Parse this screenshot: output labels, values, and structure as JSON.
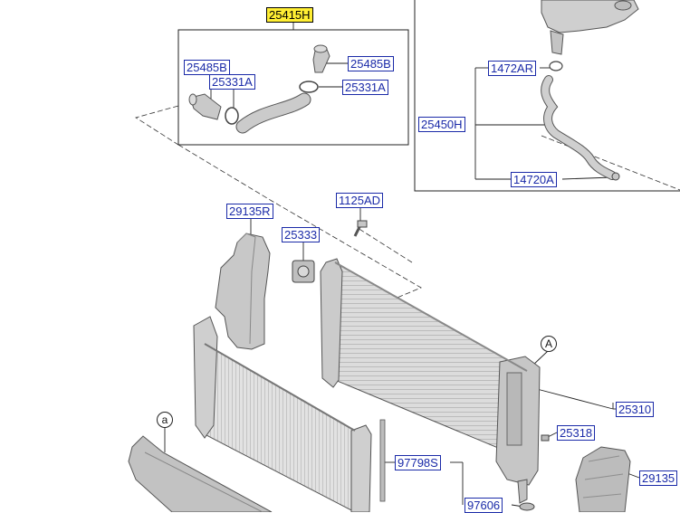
{
  "colors": {
    "label_text": "#1a2aa8",
    "highlight": "#ffee33",
    "line": "#222222",
    "part_fill": "#c8c8c8",
    "part_stroke": "#555555"
  },
  "labels": {
    "upper_hose_assy": "25415H",
    "clamp_left": "25485B",
    "clamp_right": "25485B",
    "hose_left": "25331A",
    "hose_right": "25331A",
    "reservoir_bracket_clamp": "1472AR",
    "reservoir_hose_assy": "25450H",
    "reservoir_hose_clamp": "14720A",
    "bolt": "1125AD",
    "air_guard_upper": "29135R",
    "radiator_mount": "25333",
    "radiator": "25310",
    "drain_plug": "25318",
    "seal_strip": "97798S",
    "condenser_bracket": "97606",
    "air_guard_right": "29135"
  },
  "callouts": {
    "A": "A",
    "a": "a"
  }
}
